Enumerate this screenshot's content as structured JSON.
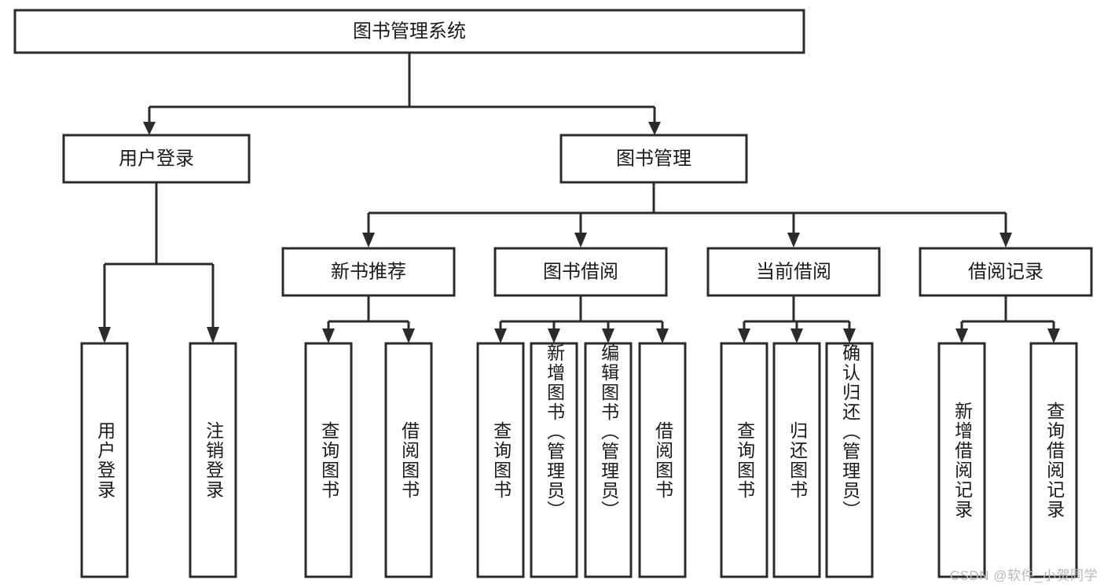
{
  "diagram": {
    "type": "tree",
    "title": "图书管理系统",
    "watermark": "CSDN @软件_小贺同学",
    "colors": {
      "box_stroke": "#2b2b2b",
      "box_fill": "#ffffff",
      "text": "#1a1a1a",
      "background": "#ffffff",
      "watermark": "#b8b8b8"
    },
    "root": {
      "label": "图书管理系统"
    },
    "level2": [
      {
        "label": "用户登录"
      },
      {
        "label": "图书管理"
      }
    ],
    "level3": [
      {
        "label": "新书推荐"
      },
      {
        "label": "图书借阅"
      },
      {
        "label": "当前借阅"
      },
      {
        "label": "借阅记录"
      }
    ],
    "leaves": {
      "user_login": [
        {
          "label": "用户登录"
        },
        {
          "label": "注销登录"
        }
      ],
      "new_book_recommend": [
        {
          "label": "查询图书"
        },
        {
          "label": "借阅图书"
        }
      ],
      "book_borrow": [
        {
          "label": "查询图书"
        },
        {
          "label": "新增图书（管理员）"
        },
        {
          "label": "编辑图书（管理员）"
        },
        {
          "label": "借阅图书"
        }
      ],
      "current_borrow": [
        {
          "label": "查询图书"
        },
        {
          "label": "归还图书"
        },
        {
          "label": "确认归还（管理员）"
        }
      ],
      "borrow_record": [
        {
          "label": "新增借阅记录"
        },
        {
          "label": "查询借阅记录"
        }
      ]
    }
  }
}
